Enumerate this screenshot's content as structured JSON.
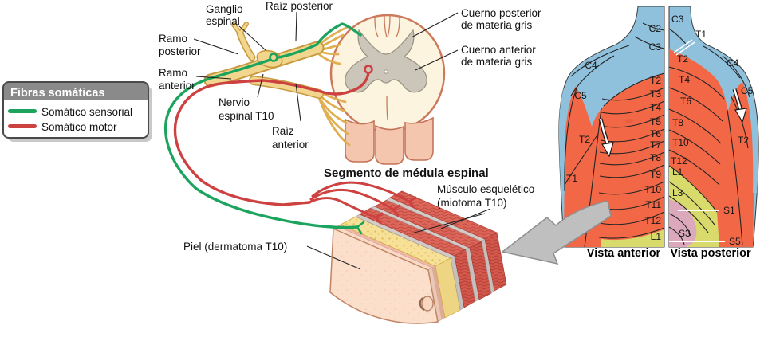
{
  "legend": {
    "title": "Fibras somáticas",
    "items": [
      {
        "label": "Somático sensorial",
        "color": "#1CA45E"
      },
      {
        "label": "Somático motor",
        "color": "#CD4141"
      }
    ]
  },
  "region_colors": {
    "cervical": "#8FC0DC",
    "thoracic": "#F26847",
    "lumbar": "#D8DB6C",
    "sacral": "#DCA9BC",
    "nerve_yellow": "#F3D68D",
    "cord_white_matter": "#FCF4DF",
    "cord_gray_matter": "#CBC5BA",
    "cord_column_pink": "#F5C6AE"
  },
  "labels": {
    "ganglio_espinal": [
      "Ganglio",
      "espinal"
    ],
    "raiz_posterior": "Raíz posterior",
    "ramo_posterior": [
      "Ramo",
      "posterior"
    ],
    "ramo_anterior": [
      "Ramo",
      "anterior"
    ],
    "nervio_espinal": [
      "Nervio",
      "espinal T10"
    ],
    "raiz_anterior": [
      "Raíz",
      "anterior"
    ],
    "cuerno_posterior": [
      "Cuerno posterior",
      "de materia gris"
    ],
    "cuerno_anterior": [
      "Cuerno anterior",
      "de materia gris"
    ],
    "segmento": "Segmento de médula espinal",
    "musculo": [
      "Músculo esquelético",
      "(miotoma T10)"
    ],
    "piel": "Piel (dermatoma T10)"
  },
  "dermatome_maps": {
    "anterior": {
      "caption": "Vista anterior",
      "midline_labels": [
        "C2",
        "C3",
        "T2",
        "T3",
        "T4",
        "T5",
        "T6",
        "T7",
        "T8",
        "T9",
        "T10",
        "T11",
        "T12",
        "L1"
      ],
      "side_labels": [
        "C4",
        "C5",
        "T2",
        "T1"
      ]
    },
    "posterior": {
      "caption": "Vista posterior",
      "left_labels": [
        "C3",
        "T2",
        "T4",
        "T6",
        "T8",
        "T10",
        "T12",
        "L1",
        "L3",
        "S3"
      ],
      "right_labels": [
        "T1",
        "C4",
        "C5",
        "T2",
        "S1",
        "S5"
      ]
    }
  }
}
